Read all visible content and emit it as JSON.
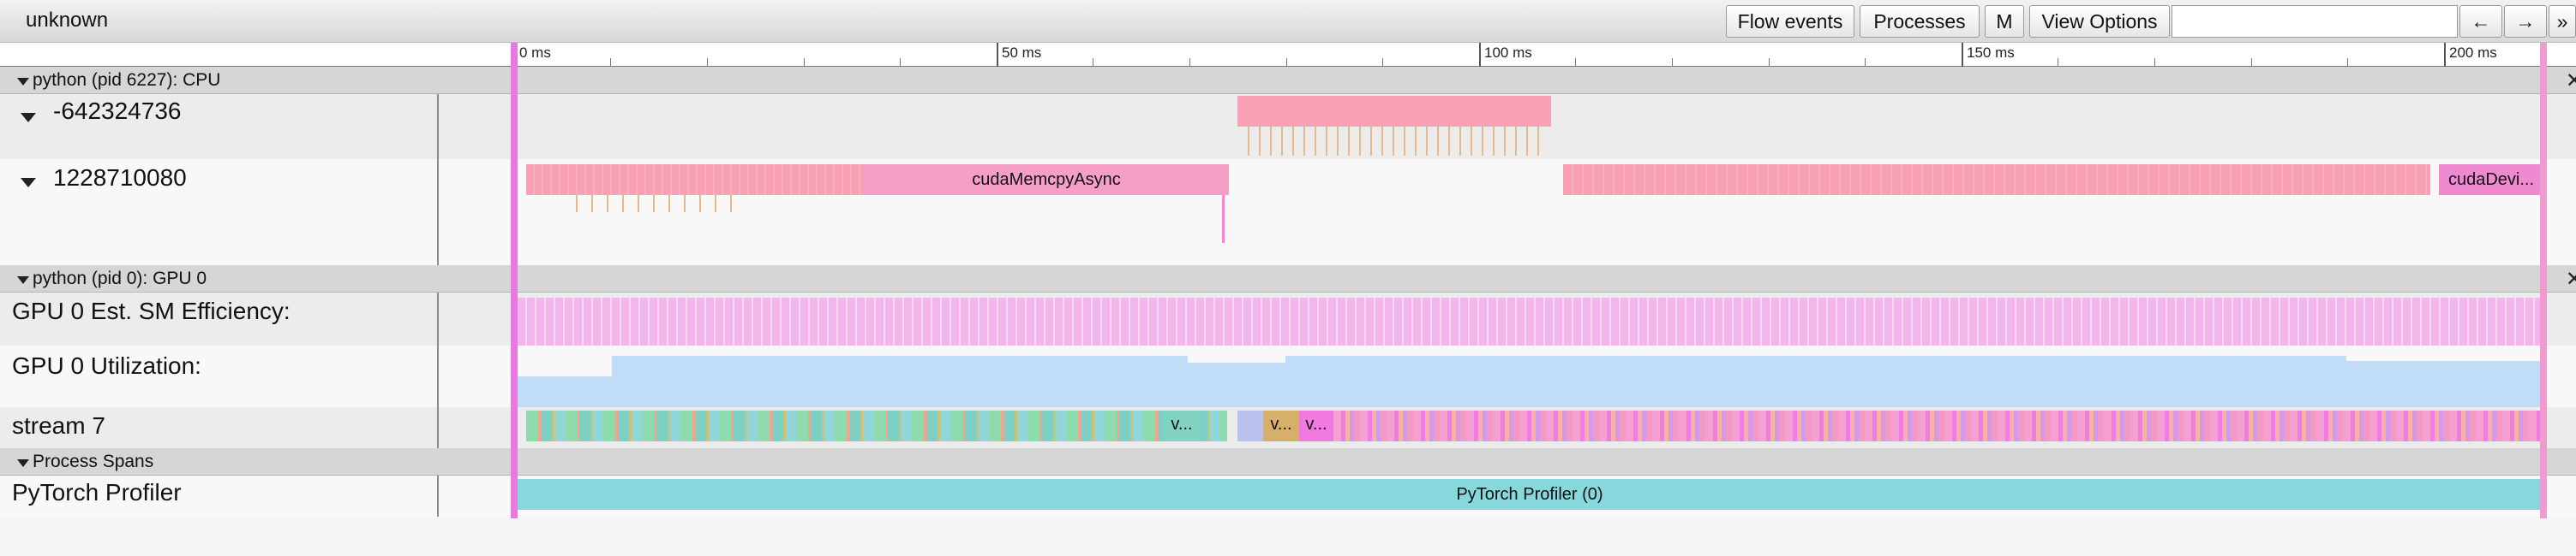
{
  "header": {
    "title": "unknown",
    "buttons": {
      "flow_events": "Flow events",
      "processes": "Processes",
      "m": "M",
      "view_options": "View Options"
    },
    "nav": {
      "prev": "←",
      "next": "→",
      "more": "»"
    }
  },
  "ruler": {
    "labels": [
      "0 ms",
      "50 ms",
      "100 ms",
      "150 ms",
      "200 ms"
    ]
  },
  "sections": {
    "cpu": "python (pid 6227): CPU",
    "gpu": "python (pid 0): GPU 0",
    "spans": "Process Spans"
  },
  "rows": {
    "thread1": "-642324736",
    "thread2": "1228710080",
    "sm_eff": "GPU 0 Est. SM Efficiency:",
    "util": "GPU 0 Utilization:",
    "stream": "stream 7",
    "profiler": "PyTorch Profiler"
  },
  "slices": {
    "memcpy": "cudaMemcpyAsync",
    "devsync": "cudaDevi...",
    "v1": "v...",
    "v2": "v...",
    "v3": "v...",
    "profiler": "PyTorch Profiler (0)"
  },
  "colors": {
    "pink_slice": "#f8a1b5",
    "magenta_slice": "#f08ad0",
    "sm_eff": "#f3b6ec",
    "util": "#c0dcf7",
    "profiler": "#86d8dd",
    "marker": "#e879e0"
  }
}
